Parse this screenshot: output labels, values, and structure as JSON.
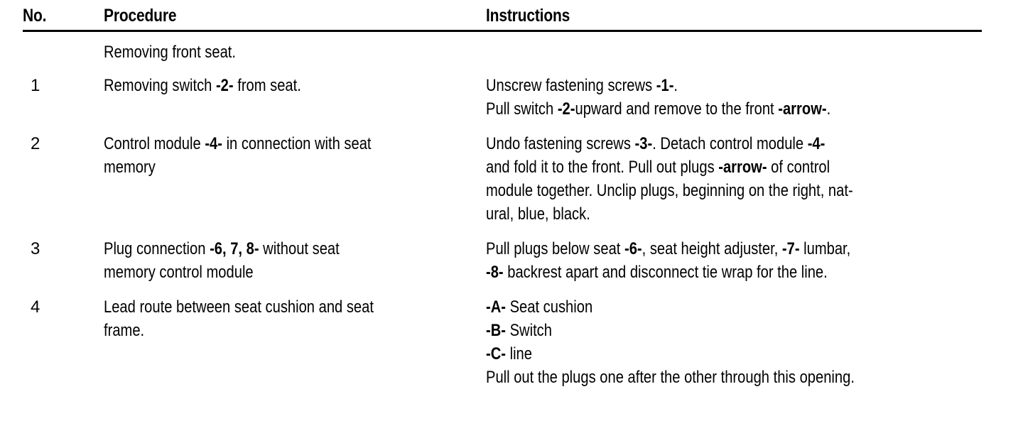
{
  "document": {
    "title": "Removing front seat procedure table"
  },
  "table": {
    "columns": [
      {
        "key": "no",
        "label": "No."
      },
      {
        "key": "proc",
        "label": "Procedure"
      },
      {
        "key": "instr",
        "label": "Instructions"
      }
    ],
    "intro_row": {
      "no": "",
      "procedure": "Removing front seat.",
      "instructions": ""
    },
    "rows": [
      {
        "no": "1",
        "procedure_lines": [
          [
            {
              "t": "Removing switch ",
              "b": false
            },
            {
              "t": "-2-",
              "b": true
            },
            {
              "t": " from seat.",
              "b": false
            }
          ]
        ],
        "instruction_lines": [
          [
            {
              "t": "Unscrew fastening screws ",
              "b": false
            },
            {
              "t": "-1-",
              "b": true
            },
            {
              "t": ".",
              "b": false
            }
          ],
          [
            {
              "t": "Pull switch ",
              "b": false
            },
            {
              "t": "-2-",
              "b": true
            },
            {
              "t": "upward and remove to the front ",
              "b": false
            },
            {
              "t": "-arrow-",
              "b": true
            },
            {
              "t": ".",
              "b": false
            }
          ]
        ]
      },
      {
        "no": "2",
        "procedure_lines": [
          [
            {
              "t": "Control module ",
              "b": false
            },
            {
              "t": "-4-",
              "b": true
            },
            {
              "t": " in connection with seat",
              "b": false
            }
          ],
          [
            {
              "t": "memory",
              "b": false
            }
          ]
        ],
        "instruction_lines": [
          [
            {
              "t": "Undo fastening screws ",
              "b": false
            },
            {
              "t": "-3-",
              "b": true
            },
            {
              "t": ".  Detach control module ",
              "b": false
            },
            {
              "t": "-4-",
              "b": true
            }
          ],
          [
            {
              "t": "and fold it to the front.  Pull out plugs ",
              "b": false
            },
            {
              "t": "-arrow-",
              "b": true
            },
            {
              "t": " of control",
              "b": false
            }
          ],
          [
            {
              "t": "module together. Unclip plugs, beginning on the right, nat-",
              "b": false
            }
          ],
          [
            {
              "t": "ural, blue, black.",
              "b": false
            }
          ]
        ]
      },
      {
        "no": "3",
        "procedure_lines": [
          [
            {
              "t": "Plug connection ",
              "b": false
            },
            {
              "t": "-6, 7, 8-",
              "b": true
            },
            {
              "t": " without seat",
              "b": false
            }
          ],
          [
            {
              "t": "memory control module",
              "b": false
            }
          ]
        ],
        "instruction_lines": [
          [
            {
              "t": "Pull plugs below seat ",
              "b": false
            },
            {
              "t": "-6-",
              "b": true
            },
            {
              "t": ", seat height adjuster, ",
              "b": false
            },
            {
              "t": "-7-",
              "b": true
            },
            {
              "t": " lumbar,",
              "b": false
            }
          ],
          [
            {
              "t": "-8-",
              "b": true
            },
            {
              "t": " backrest apart and disconnect tie wrap for the line.",
              "b": false
            }
          ]
        ]
      },
      {
        "no": "4",
        "procedure_lines": [
          [
            {
              "t": "Lead route between seat cushion and seat",
              "b": false
            }
          ],
          [
            {
              "t": "frame.",
              "b": false
            }
          ]
        ],
        "instruction_lines": [
          [
            {
              "t": "-A-",
              "b": true
            },
            {
              "t": " Seat cushion",
              "b": false
            }
          ],
          [
            {
              "t": "-B-",
              "b": true
            },
            {
              "t": " Switch",
              "b": false
            }
          ],
          [
            {
              "t": "-C-",
              "b": true
            },
            {
              "t": " line",
              "b": false
            }
          ],
          [
            {
              "t": "Pull out the plugs one after the other through this opening.",
              "b": false
            }
          ]
        ]
      }
    ]
  },
  "style": {
    "text_color": "#000000",
    "background": "#ffffff",
    "rule_color": "#000000"
  }
}
